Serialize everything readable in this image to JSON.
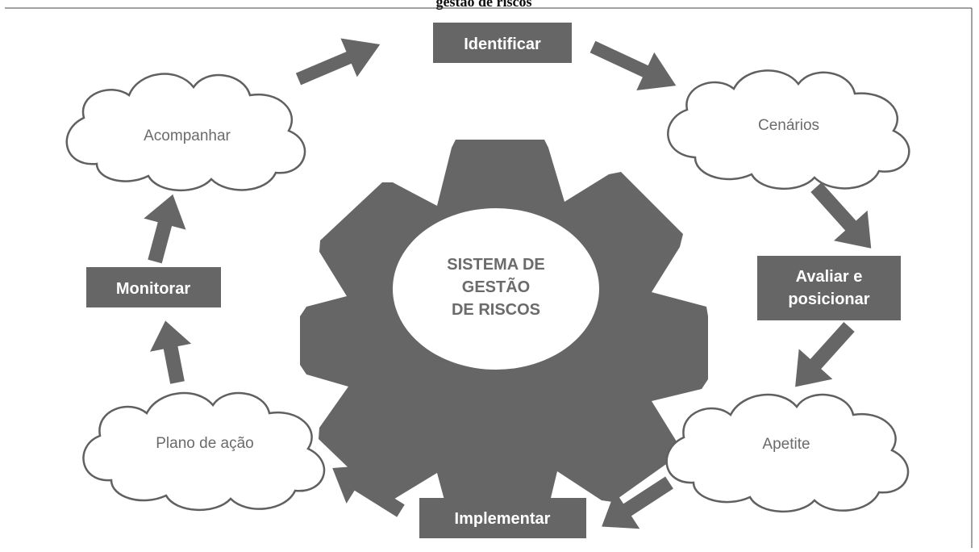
{
  "header_fragment": "gestão de riscos",
  "center": {
    "lines": [
      "SISTEMA DE",
      "GESTÃO",
      "DE RISCOS"
    ]
  },
  "steps": {
    "identificar": "Identificar",
    "avaliar_line1": "Avaliar e",
    "avaliar_line2": "posicionar",
    "implementar": "Implementar",
    "monitorar": "Monitorar"
  },
  "clouds": {
    "cenarios": "Cenários",
    "apetite": "Apetite",
    "plano": "Plano de ação",
    "acompanhar": "Acompanhar"
  },
  "colors": {
    "box": "#666666",
    "arrow": "#666666",
    "gear": "#666666",
    "cloud_stroke": "#606060",
    "text_gray": "#6b6b6b"
  }
}
